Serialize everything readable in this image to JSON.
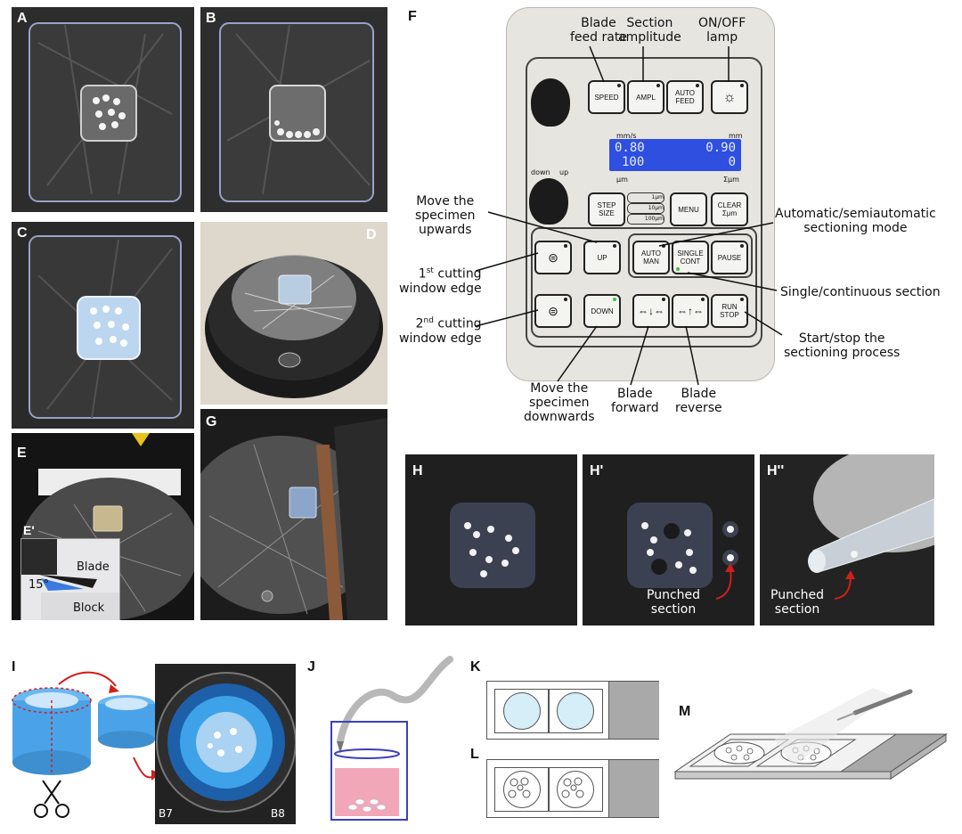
{
  "panels": {
    "A": "A",
    "B": "B",
    "C": "C",
    "D": "D",
    "E": "E",
    "E_prime": "E'",
    "F": "F",
    "G": "G",
    "H": "H",
    "H_prime": "H'",
    "H_dprime": "H''",
    "I": "I",
    "J": "J",
    "K": "K",
    "L": "L",
    "M": "M"
  },
  "E_inset": {
    "blade": "Blade",
    "angle": "15°",
    "block": "Block"
  },
  "F_labels": {
    "blade_feed_rate": [
      "Blade",
      "feed rate"
    ],
    "section_amplitude": [
      "Section",
      "amplitude"
    ],
    "onoff_lamp": [
      "ON/OFF",
      "lamp"
    ],
    "move_up": [
      "Move the",
      "specimen",
      "upwards"
    ],
    "auto_mode": [
      "Automatic/semiautomatic",
      "sectioning mode"
    ],
    "first_edge_sup": "st",
    "first_edge_a": "1",
    "first_edge_b": "cutting",
    "first_edge_c": "window edge",
    "second_edge_sup": "nd",
    "second_edge_a": "2",
    "second_edge_b": "cutting",
    "second_edge_c": "window edge",
    "single_cont": "Single/continuous section",
    "start_stop": [
      "Start/stop the",
      "sectioning process"
    ],
    "move_down": [
      "Move the",
      "specimen",
      "downwards"
    ],
    "blade_forward": [
      "Blade",
      "forward"
    ],
    "blade_reverse": [
      "Blade",
      "reverse"
    ]
  },
  "F_device": {
    "keys": {
      "speed": "SPEED",
      "ampl": "AMPL",
      "auto_feed": "AUTO FEED",
      "step_size": "STEP SIZE",
      "menu": "MENU",
      "clear": "CLEAR Σμm",
      "up": "UP",
      "auto_man": "AUTO MAN",
      "single_cont": "SINGLE CONT",
      "pause": "PAUSE",
      "down": "DOWN",
      "run_stop": "RUN STOP"
    },
    "step_options": [
      "1μm",
      "10μm",
      "100μm"
    ],
    "knob_label_down": "down",
    "knob_label_up": "up",
    "display": {
      "unit_left_top": "mm/s",
      "unit_right_top": "mm",
      "row1_left": "0.80",
      "row1_right": "0.90",
      "row2_left": "100",
      "row2_right": "0",
      "unit_left_bottom": "μm",
      "unit_right_bottom": "Σμm"
    }
  },
  "H_labels": {
    "punched_1": [
      "Punched",
      "section"
    ],
    "punched_2": [
      "Punched",
      "section"
    ]
  },
  "I_labels": {
    "well_b7": "B7",
    "well_b8": "B8"
  },
  "colors": {
    "dark_photo": "#1e1e1e",
    "lcd_blue": "#2f4fe0",
    "gel_blue": "#bcd6ef",
    "red_arrow": "#d0201a",
    "pink_medium": "#f2a7b9",
    "tube_blue": "#4aa3e8",
    "slide_gray": "#a9a9a9"
  }
}
